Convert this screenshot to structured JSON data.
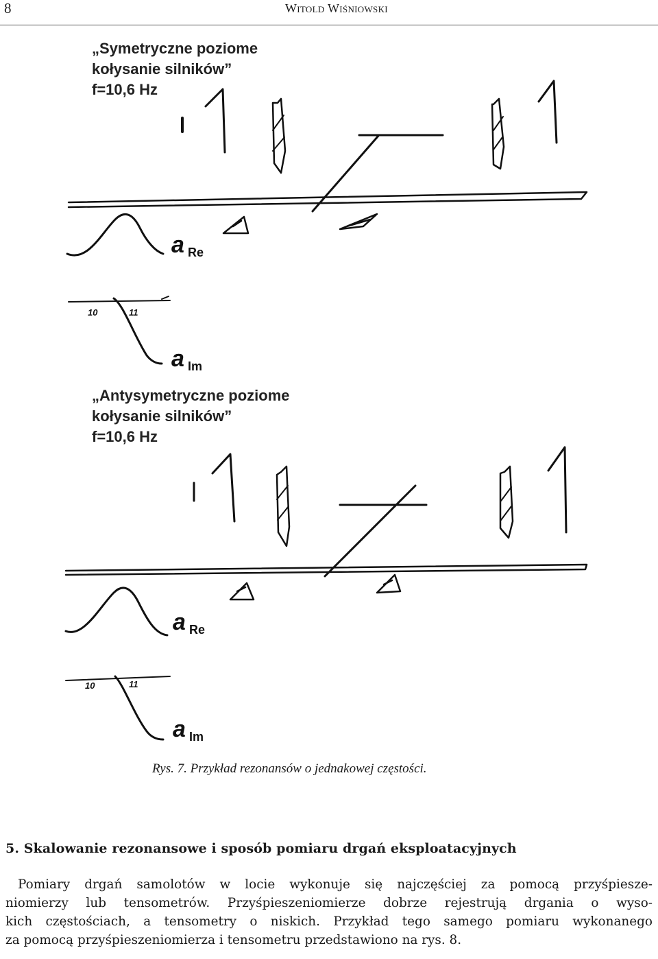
{
  "header": {
    "page_number": "8",
    "running_head": "Witold Wiśniowski"
  },
  "figure": {
    "block1": {
      "label_lines": [
        "„Symetryczne poziome",
        "kołysanie silników”",
        "f=10,6 Hz"
      ],
      "re_symbol": "a",
      "re_subscript": "Re",
      "im_symbol": "a",
      "im_subscript": "Im",
      "tick_left": "10",
      "tick_right": "11"
    },
    "block2": {
      "label_lines": [
        "„Antysymetryczne poziome",
        "kołysanie silników”",
        "f=10,6 Hz"
      ],
      "re_symbol": "a",
      "re_subscript": "Re",
      "im_symbol": "a",
      "im_subscript": "Im",
      "tick_left": "10",
      "tick_right": "11"
    }
  },
  "caption": "Rys. 7. Przykład rezonansów o jednakowej częstości.",
  "section": {
    "title": "5. Skalowanie rezonansowe i sposób pomiaru drgań eksploatacyjnych",
    "paragraph_lines": [
      "Pomiary drgań samolotów w locie wykonuje się najczęściej za pomocą przyśpiesze-",
      "niomierzy lub tensometrów. Przyśpieszeniomierze dobrze rejestrują drgania o wyso-",
      "kich częstościach, a tensometry o niskich. Przykład tego samego pomiaru wykonanego",
      "za pomocą przyśpieszeniomierza i tensometru przedstawiono na rys. 8."
    ]
  }
}
